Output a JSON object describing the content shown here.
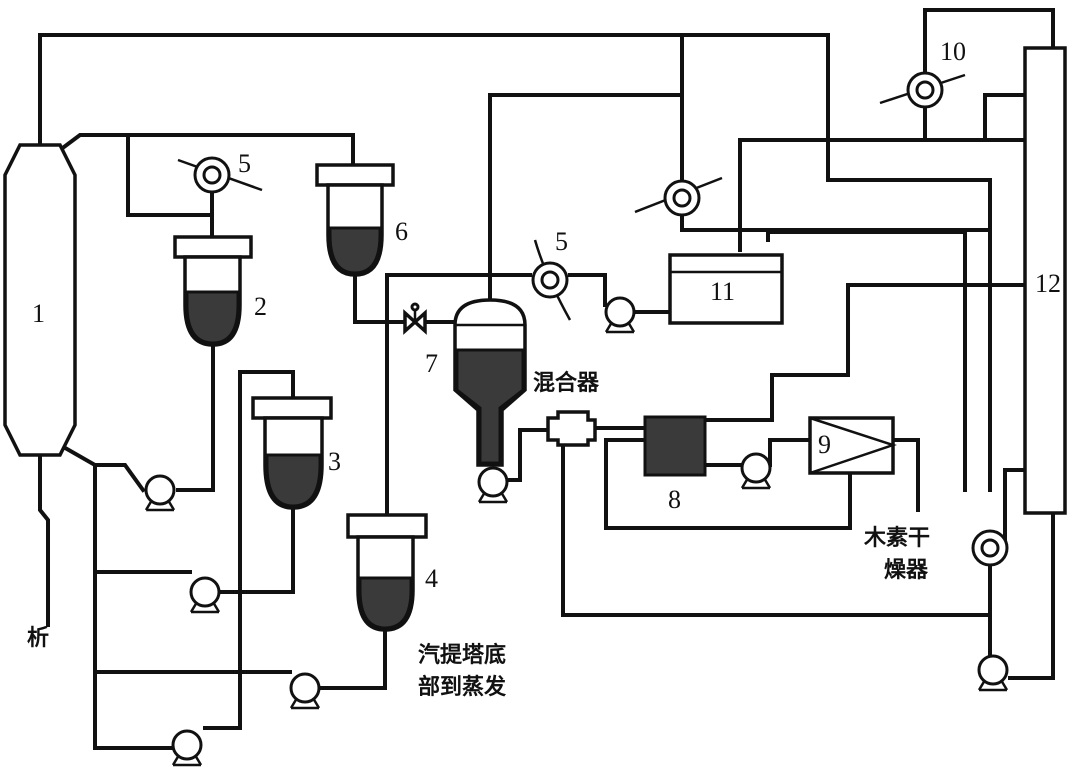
{
  "labels": {
    "n1": "1",
    "n2": "2",
    "n3": "3",
    "n4": "4",
    "n5a": "5",
    "n5b": "5",
    "n6": "6",
    "n7": "7",
    "n8": "8",
    "n9": "9",
    "n10": "10",
    "n11": "11",
    "n12": "12",
    "xi": "析",
    "mixer": "混合器",
    "stripper_bottom_line1": "汽提塔底",
    "stripper_bottom_line2": "部到蒸发",
    "lignin_dryer_line1": "木素干",
    "lignin_dryer_line2": "燥器"
  }
}
